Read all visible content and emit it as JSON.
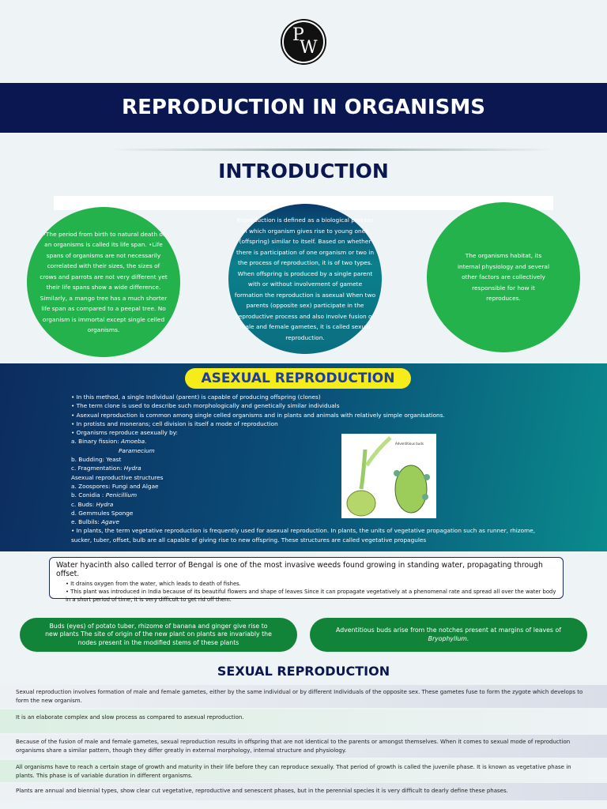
{
  "logo": {
    "text": "PW",
    "p": "P",
    "w": "W"
  },
  "header": {
    "title": "REPRODUCTION IN ORGANISMS"
  },
  "intro": {
    "title": "INTRODUCTION",
    "circles": [
      "•The period from birth to natural death of an organisms is called its life span. •Life spans of organisms are not necessarily correlated with their sizes, the sizes of crows and parrots are not very different yet their life spans show a wide difference. Similarly, a mango tree has a much shorter life span as compared to a peepal tree. No organism is immortal except single celled organisms.",
      "Reproduction is defined as a biological process in which organism gives rise to young ones (offspring) similar to itself. Based on whether there is participation of one organism or two in the process of reproduction, it is of two types. When offspring is produced by a single parent with or without involvement of gamete formation the reproduction is asexual When two parents (opposite sex) participate in the reproductive process and also involve fusion of male and female gametes, it is called sexual reproduction.",
      "The organisms habitat, its internal physiology and several other factors are collectively responsible for how it reproduces."
    ]
  },
  "asexual": {
    "title": "ASEXUAL REPRODUCTION",
    "lines": [
      "• In this method, a single Individual (parent) is capable of producing offspring (clones)",
      "• The term clone is used to describe such morphologically and genetically similar individuals",
      "• Asexual reproduction is common among single celled organisms and in plants and animals with relatively simple organisations.",
      "• In protists and monerans; cell division is itself a mode of reproduction",
      "• Organisms reproduce asexually by:",
      "a.  Binary fission: ",
      "Amoeba.",
      "Paramecium",
      "b.  Budding: Yeast",
      "c.  Fragmentation: ",
      "Hydra",
      "Asexual reproductive structures",
      "a.  Zoospores: Fungi and Algae",
      "b.  Conidia : ",
      "Penicillium",
      "c. Buds: ",
      "Hydra",
      "d.  Gemmules Sponge",
      "e.  Bulbils: ",
      "Agave",
      "• In plants, the term vegetative reproduction is frequently used for asexual reproduction. In plants, the units of vegetative propagation such as runner, rhizome, sucker, tuber, offset, bulb are all capable of giving rise to new offspring. These structures are called vegetative propagules"
    ],
    "figure_label": "Adventitious buds"
  },
  "hyacinth": {
    "title": "Water hyacinth also called terror of Bengal is one of the most invasive weeds found growing in standing water, propagating through offset.",
    "bullets": [
      "• It drains oxygen from the water, which leads to death of fishes.",
      "• This plant was introduced in India because of its beautiful flowers and shape of leaves Since it can propagate vegetatively at a phenomenal rate and spread all over the water body in a short period of time, it is very difficult to get rid off them."
    ]
  },
  "green_pills": [
    "Buds (eyes) of potato tuber, rhizome of banana and ginger give rise to new plants The site of origin of the new plant on plants are invariably the nodes present in the modified stems of these plants",
    "Adventitious buds arise from the notches present at margins of leaves of ",
    "Bryophyllum."
  ],
  "sexual": {
    "title": "SEXUAL REPRODUCTION",
    "rows": [
      "Sexual reproduction involves formation of male and female gametes, either by the same individual or by different Individuals of the opposite sex. These gametes fuse to form the zygote which develops to form the new organism.",
      "It is an elaborate complex and slow process as compared to asexual reproduction.",
      "Because of the fusion of male and female gametes, sexual reproduction results in offspring that are not identical to the parents or amongst themselves. When it comes to sexual mode of reproduction organisms share a similar pattern, though they differ greatly in external morphology, internal structure and physiology.",
      "All organisms have to reach a certain stage of growth and maturity in their life before they can reproduce sexually. That period of growth is called the juvenile phase. It is known as vegetative phase in plants. This phase is of variable duration in different organisms.",
      "Plants are annual and biennial types, show clear cut vegetative, reproductive and senescent phases, but in the perennial species it is very difficult to dearly define these phases."
    ]
  }
}
